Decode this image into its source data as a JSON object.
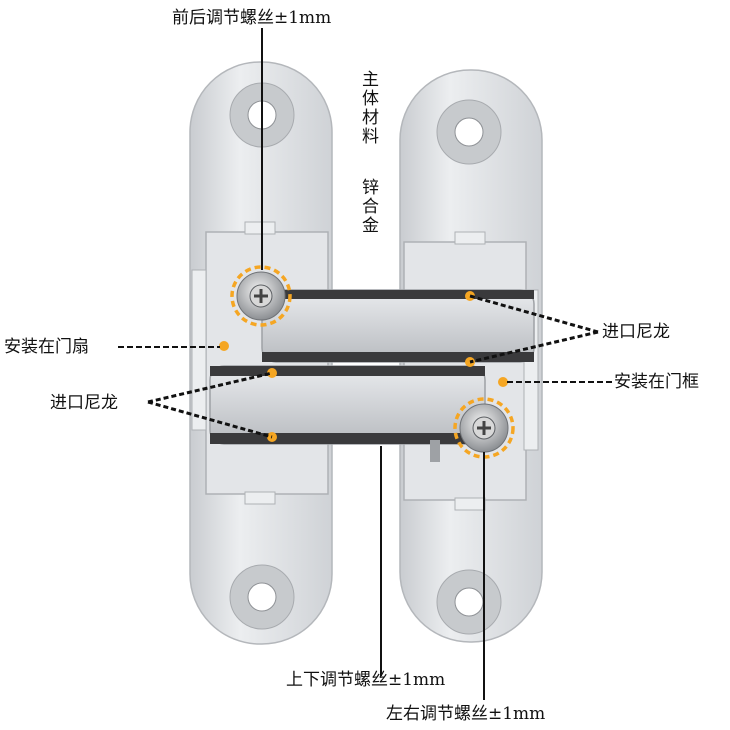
{
  "labels": {
    "front_back_screw": "前后调节螺丝±1mm",
    "material_title": "主体材料",
    "material_value": "锌合金",
    "install_door_leaf": "安装在门扇",
    "nylon_left": "进口尼龙",
    "nylon_right": "进口尼龙",
    "install_door_frame": "安装在门框",
    "up_down_screw": "上下调节螺丝±1mm",
    "left_right_screw": "左右调节螺丝±1mm"
  },
  "colors": {
    "metal": "#d9dbde",
    "metal_dark": "#b9bcc0",
    "nylon": "#3a3a3c",
    "marker": "#f5a623",
    "callout_line": "#111111"
  },
  "icons": {
    "adjust_screw": "cross-head-screw",
    "nylon_point": "orange-dot"
  }
}
